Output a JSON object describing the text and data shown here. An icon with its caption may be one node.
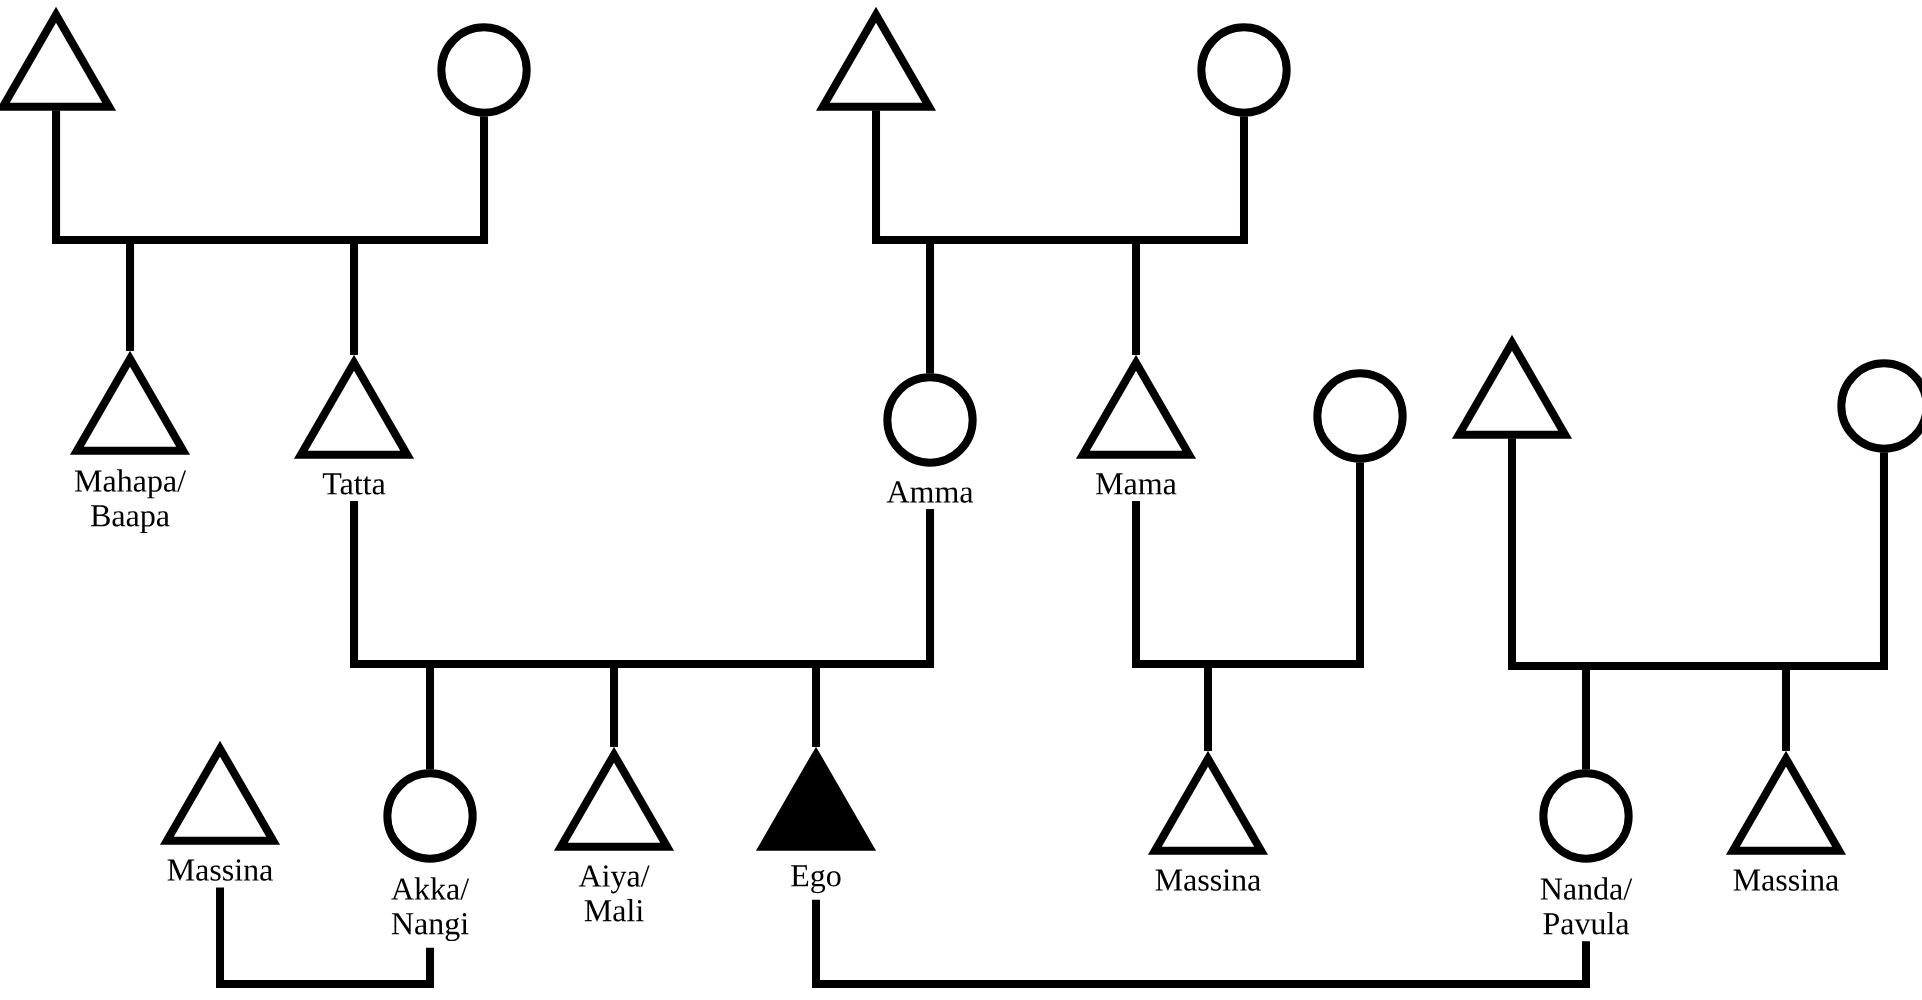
{
  "diagram": {
    "nodes": [
      {
        "text": [],
        "shape": "triangle"
      },
      {
        "text": [],
        "shape": "circle"
      },
      {
        "text": [],
        "shape": "triangle"
      },
      {
        "text": [],
        "shape": "circle"
      },
      {
        "text": [],
        "shape": "triangle",
        "beside": [
          "Mahapa/ Baapa"
        ]
      },
      {
        "text": [],
        "shape": "triangle",
        "beside": [
          "Tatta"
        ]
      },
      {
        "text": [],
        "shape": "circle",
        "beside": [
          "Amma"
        ]
      },
      {
        "text": [],
        "shape": "triangle",
        "beside": [
          "Mama"
        ]
      },
      {
        "text": [],
        "shape": "circle"
      },
      {
        "text": [],
        "shape": "triangle"
      },
      {
        "text": [],
        "shape": "circle"
      },
      {
        "text": [],
        "shape": "triangle",
        "beside": [
          "Massina"
        ]
      },
      {
        "text": [],
        "shape": "circle",
        "beside": [
          "Akka/ Nangi"
        ]
      },
      {
        "text": [],
        "shape": "triangle",
        "beside": [
          "Aiya/ Mali"
        ]
      },
      {
        "text": [],
        "shape": "triangle",
        "beside": [
          "Ego"
        ]
      },
      {
        "text": [],
        "shape": "triangle",
        "beside": [
          "Massina"
        ]
      },
      {
        "text": [],
        "shape": "circle",
        "beside": [
          "Nanda/ Pavula"
        ]
      },
      {
        "text": [],
        "shape": "triangle",
        "beside": [
          "Massina"
        ]
      }
    ],
    "edges": [
      {
        "from": 0,
        "to": 1,
        "arrow": "none"
      },
      {
        "from": 0,
        "to": 4,
        "arrow": "none"
      },
      {
        "from": 1,
        "to": 4,
        "arrow": "none"
      },
      {
        "from": 0,
        "to": 5,
        "arrow": "none"
      },
      {
        "from": 1,
        "to": 5,
        "arrow": "none"
      },
      {
        "from": 2,
        "to": 3,
        "arrow": "none"
      },
      {
        "from": 2,
        "to": 6,
        "arrow": "none"
      },
      {
        "from": 3,
        "to": 6,
        "arrow": "none"
      },
      {
        "from": 2,
        "to": 7,
        "arrow": "none"
      },
      {
        "from": 3,
        "to": 7,
        "arrow": "none"
      },
      {
        "from": 5,
        "to": 6,
        "arrow": "none"
      },
      {
        "from": 5,
        "to": 12,
        "arrow": "none"
      },
      {
        "from": 6,
        "to": 12,
        "arrow": "none"
      },
      {
        "from": 5,
        "to": 13,
        "arrow": "none"
      },
      {
        "from": 6,
        "to": 13,
        "arrow": "none"
      },
      {
        "from": 5,
        "to": 14,
        "arrow": "none"
      },
      {
        "from": 6,
        "to": 14,
        "arrow": "none"
      },
      {
        "from": 7,
        "to": 8,
        "arrow": "none"
      },
      {
        "from": 7,
        "to": 15,
        "arrow": "none"
      },
      {
        "from": 8,
        "to": 15,
        "arrow": "none"
      },
      {
        "from": 9,
        "to": 10,
        "arrow": "none"
      },
      {
        "from": 9,
        "to": 16,
        "arrow": "none"
      },
      {
        "from": 10,
        "to": 16,
        "arrow": "none"
      },
      {
        "from": 9,
        "to": 17,
        "arrow": "none"
      },
      {
        "from": 10,
        "to": 17,
        "arrow": "none"
      },
      {
        "from": 11,
        "to": 12,
        "arrow": "none"
      },
      {
        "from": 14,
        "to": 16,
        "arrow": "none"
      }
    ]
  }
}
